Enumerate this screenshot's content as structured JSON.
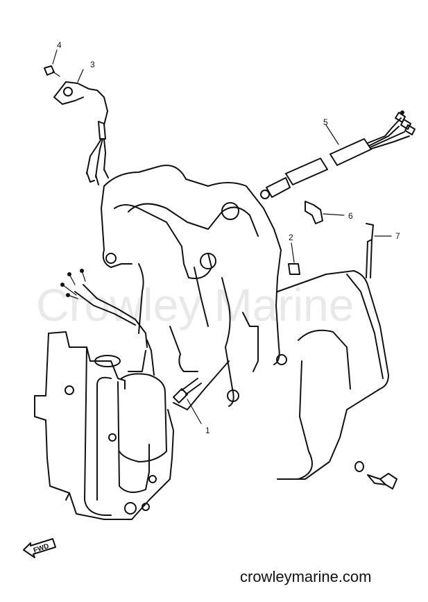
{
  "watermark": "Crowley Marine",
  "footer": "crowleymarine.com",
  "direction_label": "FWD",
  "callouts": {
    "c1": "1",
    "c2": "2",
    "c3": "3",
    "c4": "4",
    "c5": "5",
    "c6": "6",
    "c7": "7"
  }
}
